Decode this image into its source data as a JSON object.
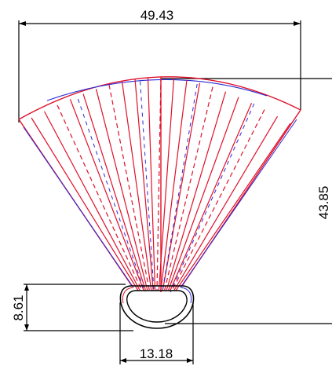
{
  "drawing": {
    "dimensions": {
      "top_width": "49.43",
      "overall_height": "43.85",
      "foot_height": "8.61",
      "foot_width": "13.18"
    },
    "colors": {
      "outline_red": "#e0102a",
      "outline_blue": "#2a2ad8",
      "dimension_line": "#000000",
      "background": "#ffffff"
    }
  }
}
